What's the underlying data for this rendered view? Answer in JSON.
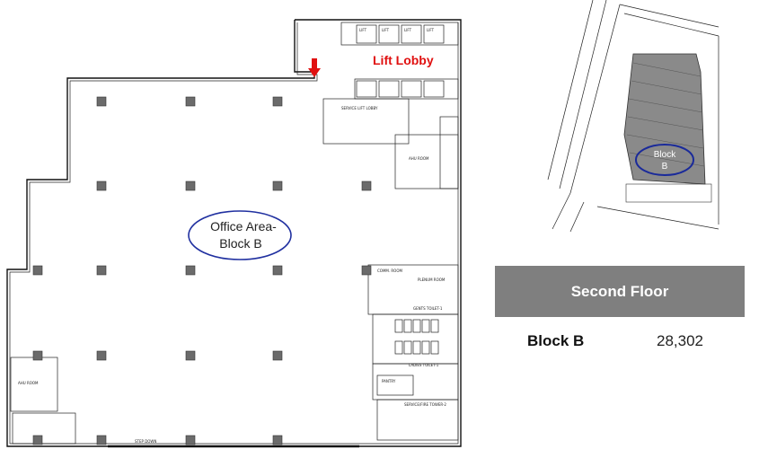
{
  "plan": {
    "office_area_line1": "Office Area-",
    "office_area_line2": "Block B",
    "lift_lobby_label": "Lift Lobby",
    "arrow_color": "#e01010",
    "lift_lobby_color": "#e01010",
    "lift_labels": [
      "LIFT",
      "LIFT",
      "LIFT",
      "LIFT"
    ],
    "rooms": {
      "ahu_room": "AHU ROOM",
      "comm_room": "COMM. ROOM",
      "plenum_room": "PLENUM ROOM",
      "gents_toilet": "GENTS TOILET-1",
      "ladies_toilet": "LADIES TOILET-1",
      "pantry": "PANTRY",
      "service_lift": "SERVICE LIFT LOBBY",
      "ahu_room_2": "AHU ROOM",
      "service_fire": "SERVICE/FIRE TOWER-2",
      "step_down": "STEP DOWN"
    }
  },
  "keymap": {
    "block_label_line1": "Block",
    "block_label_line2": "B",
    "highlight_color": "#1a2a9a"
  },
  "floor_label": "Second Floor",
  "area_table": {
    "block": "Block B",
    "area": "28,302"
  }
}
